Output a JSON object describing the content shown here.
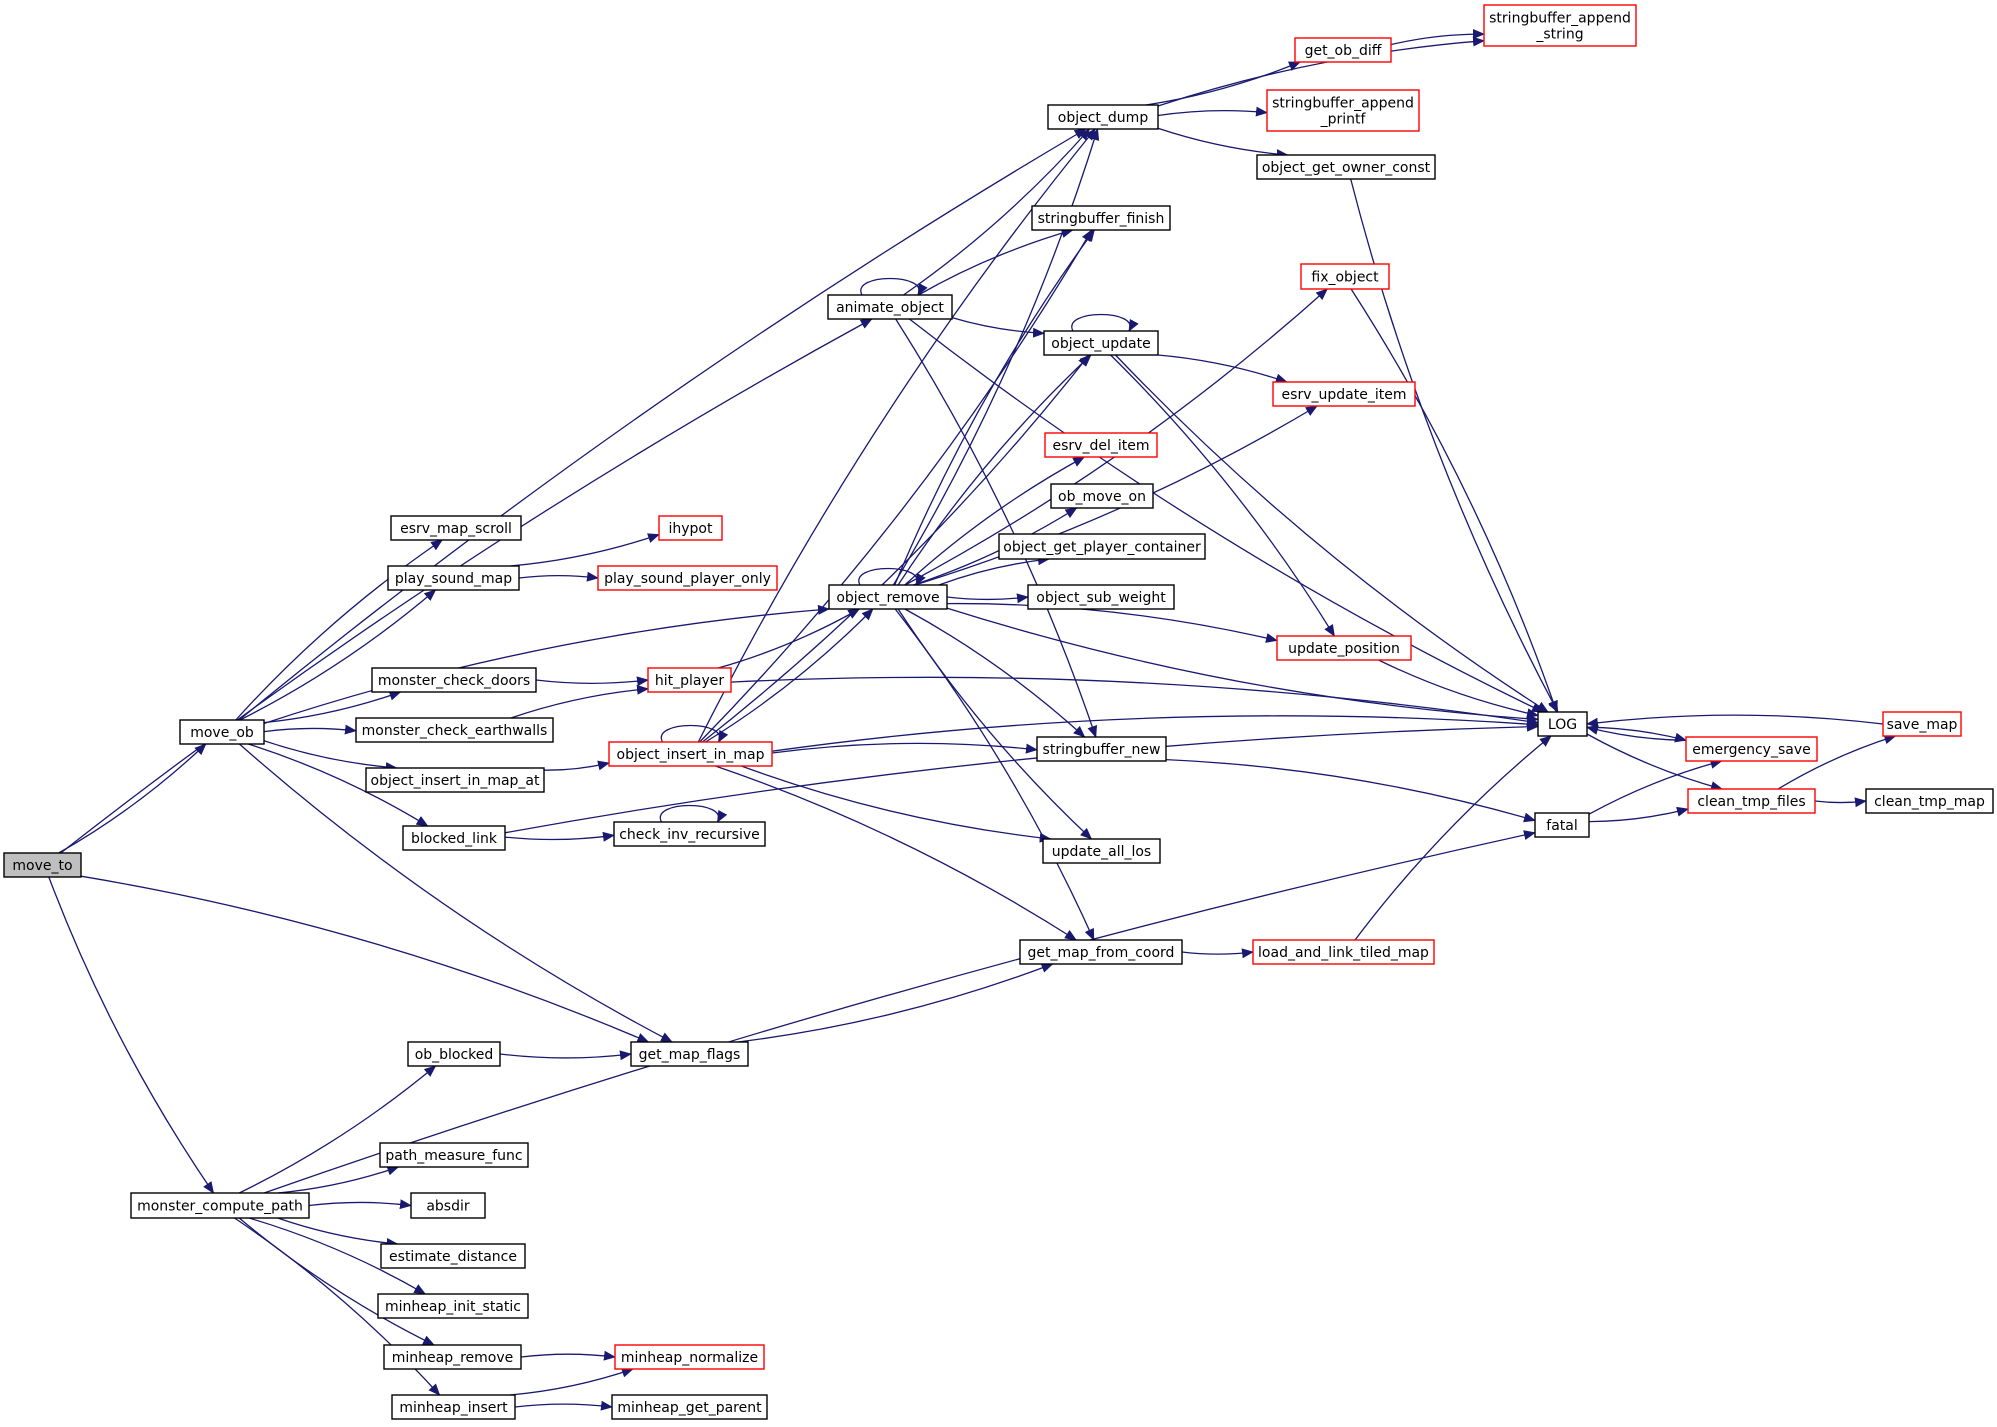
{
  "colors": {
    "edge": "#191970",
    "normal_border": "#000000",
    "truncated_border": "#ff0000",
    "root_fill": "#bfbfbf",
    "fill": "#ffffff"
  },
  "nodes": [
    {
      "id": "move_to",
      "lines": [
        "move_to"
      ],
      "style": "root"
    },
    {
      "id": "animate_object",
      "lines": [
        "animate_object"
      ],
      "style": "normal"
    },
    {
      "id": "move_ob",
      "lines": [
        "move_ob"
      ],
      "style": "normal"
    },
    {
      "id": "get_map_flags",
      "lines": [
        "get_map_flags"
      ],
      "style": "normal"
    },
    {
      "id": "monster_compute_path",
      "lines": [
        "monster_compute_path"
      ],
      "style": "normal"
    },
    {
      "id": "object_dump",
      "lines": [
        "object_dump"
      ],
      "style": "normal"
    },
    {
      "id": "stringbuffer_append_string",
      "lines": [
        "stringbuffer_append",
        "_string"
      ],
      "style": "truncated"
    },
    {
      "id": "get_ob_diff",
      "lines": [
        "get_ob_diff"
      ],
      "style": "truncated"
    },
    {
      "id": "stringbuffer_append_printf",
      "lines": [
        "stringbuffer_append",
        "_printf"
      ],
      "style": "truncated"
    },
    {
      "id": "object_get_owner_const",
      "lines": [
        "object_get_owner_const"
      ],
      "style": "normal"
    },
    {
      "id": "stringbuffer_finish",
      "lines": [
        "stringbuffer_finish"
      ],
      "style": "normal"
    },
    {
      "id": "fix_object",
      "lines": [
        "fix_object"
      ],
      "style": "truncated"
    },
    {
      "id": "object_update",
      "lines": [
        "object_update"
      ],
      "style": "normal"
    },
    {
      "id": "esrv_update_item",
      "lines": [
        "esrv_update_item"
      ],
      "style": "truncated"
    },
    {
      "id": "esrv_del_item",
      "lines": [
        "esrv_del_item"
      ],
      "style": "truncated"
    },
    {
      "id": "ob_move_on",
      "lines": [
        "ob_move_on"
      ],
      "style": "normal"
    },
    {
      "id": "object_get_player_container",
      "lines": [
        "object_get_player_container"
      ],
      "style": "normal"
    },
    {
      "id": "object_remove",
      "lines": [
        "object_remove"
      ],
      "style": "normal"
    },
    {
      "id": "object_sub_weight",
      "lines": [
        "object_sub_weight"
      ],
      "style": "normal"
    },
    {
      "id": "update_position",
      "lines": [
        "update_position"
      ],
      "style": "truncated"
    },
    {
      "id": "LOG",
      "lines": [
        "LOG"
      ],
      "style": "normal"
    },
    {
      "id": "save_map",
      "lines": [
        "save_map"
      ],
      "style": "truncated"
    },
    {
      "id": "emergency_save",
      "lines": [
        "emergency_save"
      ],
      "style": "truncated"
    },
    {
      "id": "stringbuffer_new",
      "lines": [
        "stringbuffer_new"
      ],
      "style": "normal"
    },
    {
      "id": "clean_tmp_files",
      "lines": [
        "clean_tmp_files"
      ],
      "style": "truncated"
    },
    {
      "id": "clean_tmp_map",
      "lines": [
        "clean_tmp_map"
      ],
      "style": "normal"
    },
    {
      "id": "fatal",
      "lines": [
        "fatal"
      ],
      "style": "normal"
    },
    {
      "id": "update_all_los",
      "lines": [
        "update_all_los"
      ],
      "style": "normal"
    },
    {
      "id": "get_map_from_coord",
      "lines": [
        "get_map_from_coord"
      ],
      "style": "normal"
    },
    {
      "id": "load_and_link_tiled_map",
      "lines": [
        "load_and_link_tiled_map"
      ],
      "style": "truncated"
    },
    {
      "id": "esrv_map_scroll",
      "lines": [
        "esrv_map_scroll"
      ],
      "style": "normal"
    },
    {
      "id": "ihypot",
      "lines": [
        "ihypot"
      ],
      "style": "truncated"
    },
    {
      "id": "play_sound_map",
      "lines": [
        "play_sound_map"
      ],
      "style": "normal"
    },
    {
      "id": "play_sound_player_only",
      "lines": [
        "play_sound_player_only"
      ],
      "style": "truncated"
    },
    {
      "id": "monster_check_doors",
      "lines": [
        "monster_check_doors"
      ],
      "style": "normal"
    },
    {
      "id": "hit_player",
      "lines": [
        "hit_player"
      ],
      "style": "truncated"
    },
    {
      "id": "monster_check_earthwalls",
      "lines": [
        "monster_check_earthwalls"
      ],
      "style": "normal"
    },
    {
      "id": "object_insert_in_map_at",
      "lines": [
        "object_insert_in_map_at"
      ],
      "style": "normal"
    },
    {
      "id": "object_insert_in_map",
      "lines": [
        "object_insert_in_map"
      ],
      "style": "truncated"
    },
    {
      "id": "blocked_link",
      "lines": [
        "blocked_link"
      ],
      "style": "normal"
    },
    {
      "id": "check_inv_recursive",
      "lines": [
        "check_inv_recursive"
      ],
      "style": "normal"
    },
    {
      "id": "ob_blocked",
      "lines": [
        "ob_blocked"
      ],
      "style": "normal"
    },
    {
      "id": "path_measure_func",
      "lines": [
        "path_measure_func"
      ],
      "style": "normal"
    },
    {
      "id": "absdir",
      "lines": [
        "absdir"
      ],
      "style": "normal"
    },
    {
      "id": "estimate_distance",
      "lines": [
        "estimate_distance"
      ],
      "style": "normal"
    },
    {
      "id": "minheap_init_static",
      "lines": [
        "minheap_init_static"
      ],
      "style": "normal"
    },
    {
      "id": "minheap_remove",
      "lines": [
        "minheap_remove"
      ],
      "style": "normal"
    },
    {
      "id": "minheap_normalize",
      "lines": [
        "minheap_normalize"
      ],
      "style": "truncated"
    },
    {
      "id": "minheap_insert",
      "lines": [
        "minheap_insert"
      ],
      "style": "normal"
    },
    {
      "id": "minheap_get_parent",
      "lines": [
        "minheap_get_parent"
      ],
      "style": "normal"
    }
  ],
  "edges": [
    [
      "move_to",
      "animate_object"
    ],
    [
      "move_to",
      "move_ob"
    ],
    [
      "move_to",
      "get_map_flags"
    ],
    [
      "move_to",
      "monster_compute_path"
    ],
    [
      "animate_object",
      "animate_object"
    ],
    [
      "animate_object",
      "object_dump"
    ],
    [
      "animate_object",
      "stringbuffer_finish"
    ],
    [
      "animate_object",
      "object_update"
    ],
    [
      "animate_object",
      "stringbuffer_new"
    ],
    [
      "animate_object",
      "LOG"
    ],
    [
      "object_dump",
      "stringbuffer_append_string"
    ],
    [
      "object_dump",
      "get_ob_diff"
    ],
    [
      "object_dump",
      "stringbuffer_append_printf"
    ],
    [
      "object_dump",
      "object_get_owner_const"
    ],
    [
      "get_ob_diff",
      "stringbuffer_append_string"
    ],
    [
      "object_get_owner_const",
      "LOG"
    ],
    [
      "fix_object",
      "LOG"
    ],
    [
      "object_update",
      "object_update"
    ],
    [
      "object_update",
      "esrv_update_item"
    ],
    [
      "object_update",
      "LOG"
    ],
    [
      "object_update",
      "update_position"
    ],
    [
      "update_position",
      "LOG"
    ],
    [
      "LOG",
      "emergency_save"
    ],
    [
      "LOG",
      "clean_tmp_files"
    ],
    [
      "emergency_save",
      "LOG"
    ],
    [
      "save_map",
      "LOG"
    ],
    [
      "clean_tmp_files",
      "save_map"
    ],
    [
      "clean_tmp_files",
      "clean_tmp_map"
    ],
    [
      "fatal",
      "emergency_save"
    ],
    [
      "fatal",
      "clean_tmp_files"
    ],
    [
      "stringbuffer_new",
      "fatal"
    ],
    [
      "get_map_from_coord",
      "load_and_link_tiled_map"
    ],
    [
      "load_and_link_tiled_map",
      "LOG"
    ],
    [
      "get_map_flags",
      "get_map_from_coord"
    ],
    [
      "move_ob",
      "esrv_map_scroll"
    ],
    [
      "move_ob",
      "play_sound_map"
    ],
    [
      "move_ob",
      "object_remove"
    ],
    [
      "move_ob",
      "monster_check_doors"
    ],
    [
      "move_ob",
      "monster_check_earthwalls"
    ],
    [
      "move_ob",
      "object_insert_in_map_at"
    ],
    [
      "move_ob",
      "blocked_link"
    ],
    [
      "move_ob",
      "get_map_flags"
    ],
    [
      "move_ob",
      "object_dump"
    ],
    [
      "play_sound_map",
      "ihypot"
    ],
    [
      "play_sound_map",
      "play_sound_player_only"
    ],
    [
      "monster_check_doors",
      "hit_player"
    ],
    [
      "monster_check_earthwalls",
      "hit_player"
    ],
    [
      "hit_player",
      "object_remove"
    ],
    [
      "hit_player",
      "LOG"
    ],
    [
      "object_insert_in_map_at",
      "object_insert_in_map"
    ],
    [
      "object_insert_in_map",
      "object_insert_in_map"
    ],
    [
      "object_insert_in_map",
      "object_remove"
    ],
    [
      "object_insert_in_map",
      "stringbuffer_new"
    ],
    [
      "object_insert_in_map",
      "update_all_los"
    ],
    [
      "object_insert_in_map",
      "get_map_from_coord"
    ],
    [
      "object_insert_in_map",
      "object_update"
    ],
    [
      "object_insert_in_map",
      "object_dump"
    ],
    [
      "object_insert_in_map",
      "stringbuffer_finish"
    ],
    [
      "object_insert_in_map",
      "LOG"
    ],
    [
      "blocked_link",
      "check_inv_recursive"
    ],
    [
      "blocked_link",
      "LOG"
    ],
    [
      "check_inv_recursive",
      "check_inv_recursive"
    ],
    [
      "object_remove",
      "object_remove"
    ],
    [
      "object_remove",
      "object_dump"
    ],
    [
      "object_remove",
      "stringbuffer_finish"
    ],
    [
      "object_remove",
      "fix_object"
    ],
    [
      "object_remove",
      "object_update"
    ],
    [
      "object_remove",
      "esrv_update_item"
    ],
    [
      "object_remove",
      "esrv_del_item"
    ],
    [
      "object_remove",
      "ob_move_on"
    ],
    [
      "object_remove",
      "object_get_player_container"
    ],
    [
      "object_remove",
      "object_sub_weight"
    ],
    [
      "object_remove",
      "update_position"
    ],
    [
      "object_remove",
      "LOG"
    ],
    [
      "object_remove",
      "stringbuffer_new"
    ],
    [
      "object_remove",
      "update_all_los"
    ],
    [
      "object_remove",
      "get_map_from_coord"
    ],
    [
      "monster_compute_path",
      "ob_blocked"
    ],
    [
      "monster_compute_path",
      "fatal"
    ],
    [
      "monster_compute_path",
      "path_measure_func"
    ],
    [
      "monster_compute_path",
      "absdir"
    ],
    [
      "monster_compute_path",
      "estimate_distance"
    ],
    [
      "monster_compute_path",
      "minheap_init_static"
    ],
    [
      "monster_compute_path",
      "minheap_remove"
    ],
    [
      "monster_compute_path",
      "minheap_insert"
    ],
    [
      "ob_blocked",
      "get_map_flags"
    ],
    [
      "minheap_remove",
      "minheap_normalize"
    ],
    [
      "minheap_insert",
      "minheap_normalize"
    ],
    [
      "minheap_insert",
      "minheap_get_parent"
    ]
  ]
}
